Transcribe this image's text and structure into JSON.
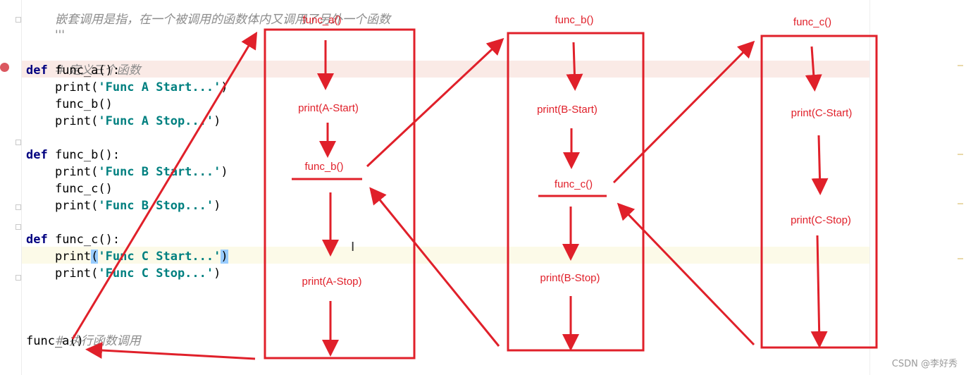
{
  "editor": {
    "lines": {
      "top_comment": "嵌套调用是指，在一个被调用的函数体内又调用了另外一个函数",
      "doc_close": "'''",
      "define_comment": "# 定义三个函数",
      "a_def_kw": "def",
      "a_def_name": " func_a():",
      "a_print1_pre": "    print(",
      "a_print1_str": "'Func A Start...'",
      "a_print1_post": ")",
      "a_call": "    func_b()",
      "a_print2_pre": "    print(",
      "a_print2_str": "'Func A Stop...'",
      "a_print2_post": ")",
      "b_def_kw": "def",
      "b_def_name": " func_b():",
      "b_print1_pre": "    print(",
      "b_print1_str": "'Func B Start...'",
      "b_print1_post": ")",
      "b_call": "    func_c()",
      "b_print2_pre": "    print(",
      "b_print2_str": "'Func B Stop...'",
      "b_print2_post": ")",
      "c_def_kw": "def",
      "c_def_name": " func_c():",
      "c_print1_pre": "    print",
      "c_print1_open": "(",
      "c_print1_str": "'Func C Start...'",
      "c_print1_close": ")",
      "c_print2_pre": "    print(",
      "c_print2_str": "'Func C Stop...'",
      "c_print2_post": ")",
      "exec_comment": "# 执行函数调用",
      "exec_call": "func_a()"
    },
    "cursor_glyph": "I"
  },
  "diagram": {
    "box_a": {
      "title": "func_a()",
      "step1": "print(A-Start)",
      "call": "func_b()",
      "step2": "print(A-Stop)"
    },
    "box_b": {
      "title": "func_b()",
      "step1": "print(B-Start)",
      "call": "func_c()",
      "step2": "print(B-Stop)"
    },
    "box_c": {
      "title": "func_c()",
      "step1": "print(C-Start)",
      "step2": "print(C-Stop)"
    },
    "arrow_color": "#e0202a"
  },
  "watermark": "CSDN @李好秀"
}
